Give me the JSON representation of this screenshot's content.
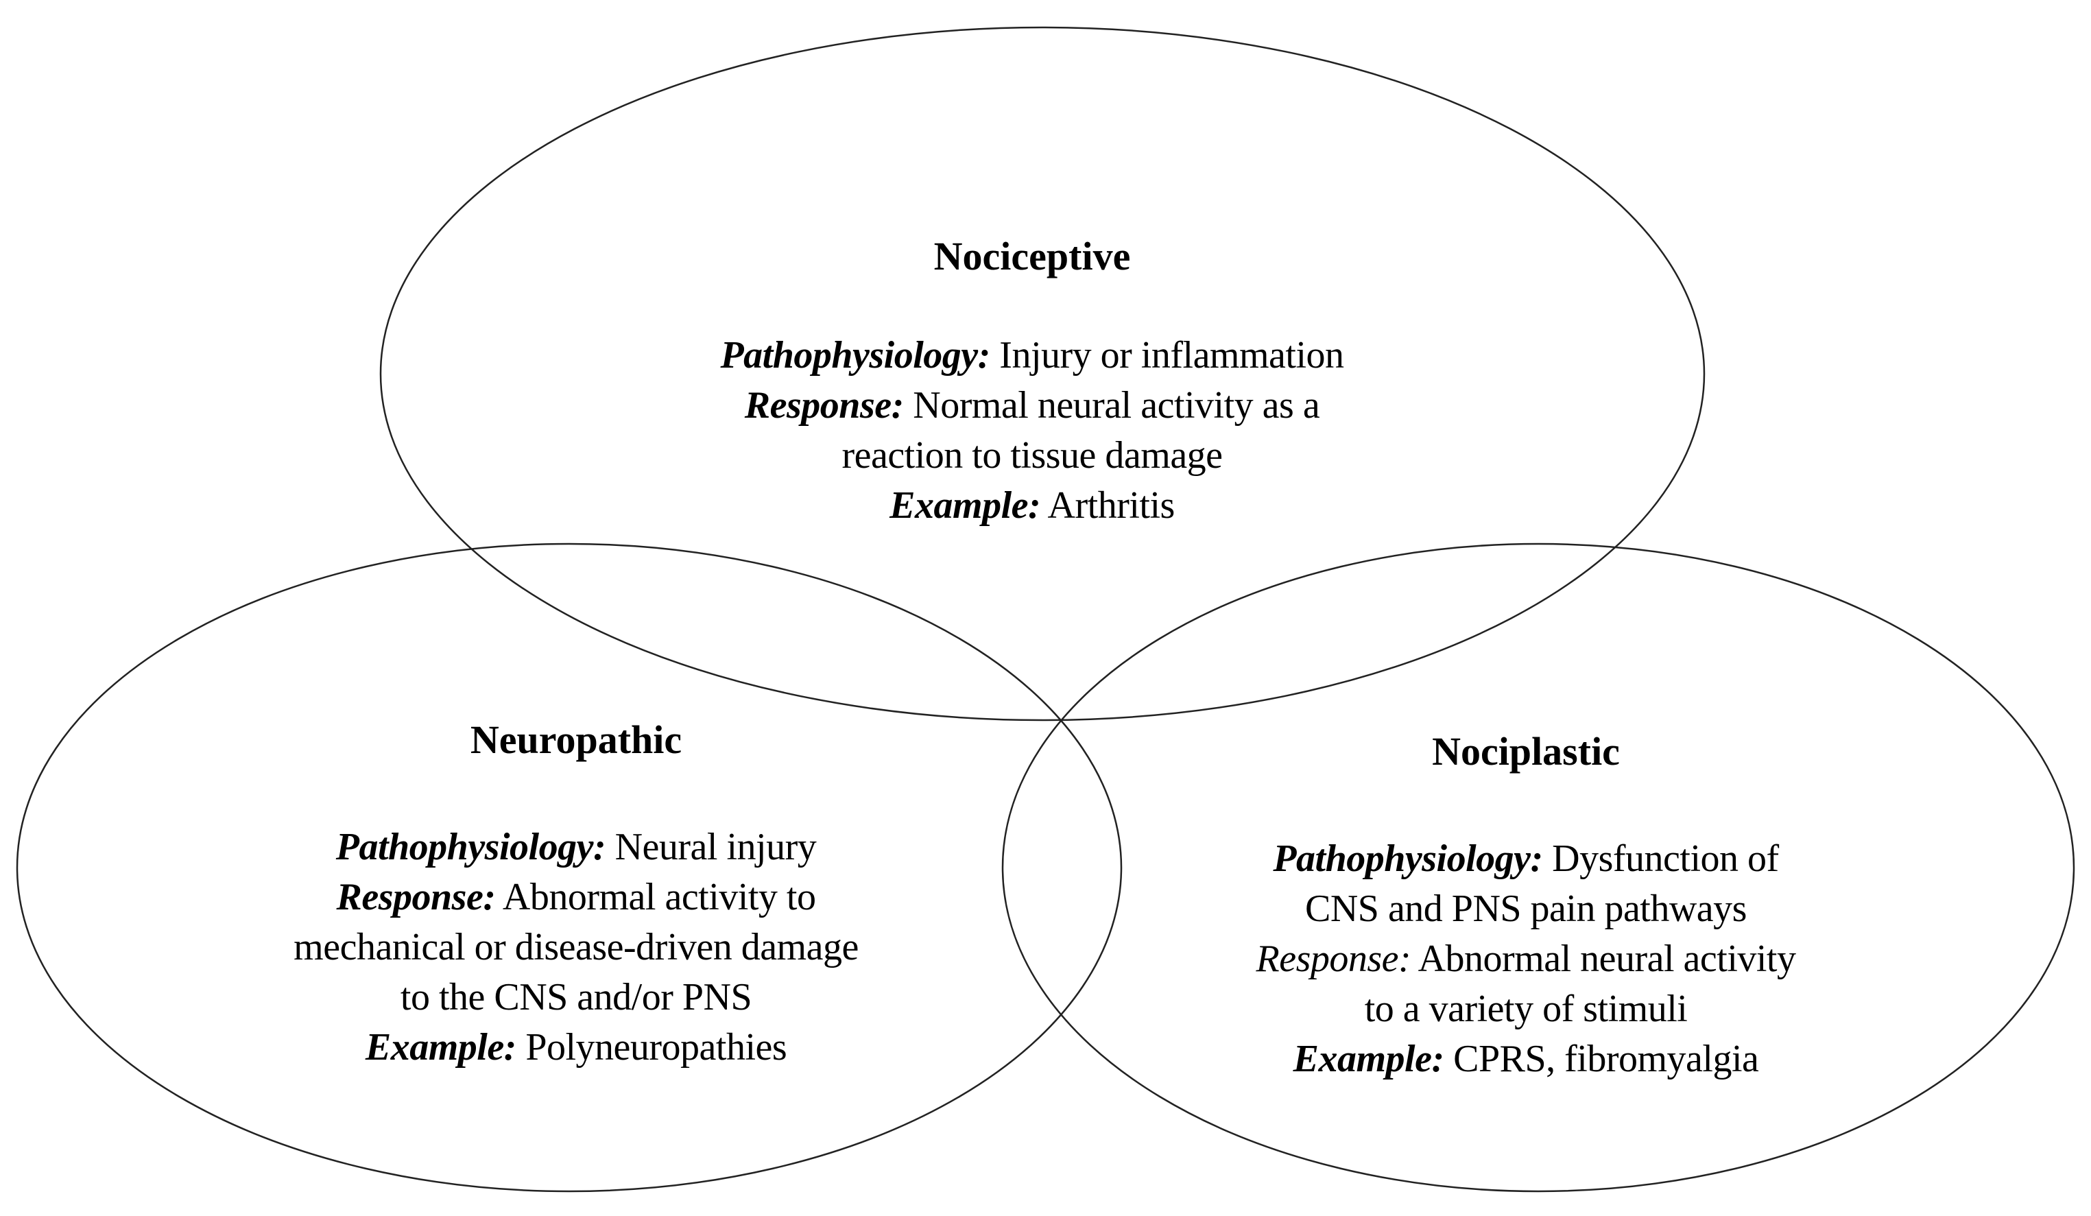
{
  "diagram": {
    "background_color": "#ffffff",
    "outline_color": "#222222",
    "text_color": "#000000"
  },
  "venn": {
    "top": {
      "title": "Nociceptive",
      "lines": [
        {
          "label": "Pathophysiology:",
          "rest": " Injury or inflammation"
        },
        {
          "label": "Response:",
          "rest": " Normal neural activity as a"
        },
        {
          "label": "",
          "rest": "reaction to tissue damage"
        },
        {
          "label": "Example:",
          "rest": " Arthritis"
        }
      ]
    },
    "left": {
      "title": "Neuropathic",
      "lines": [
        {
          "label": "Pathophysiology:",
          "rest": " Neural injury"
        },
        {
          "label": "Response:",
          "rest": " Abnormal activity to"
        },
        {
          "label": "",
          "rest": "mechanical or disease-driven damage"
        },
        {
          "label": "",
          "rest": "to the CNS and/or PNS"
        },
        {
          "label": "Example:",
          "rest": " Polyneuropathies"
        }
      ]
    },
    "right": {
      "title": "Nociplastic",
      "lines": [
        {
          "label": "Pathophysiology:",
          "rest": " Dysfunction of"
        },
        {
          "label": "",
          "rest": "CNS and PNS pain pathways"
        },
        {
          "label": "Response:",
          "rest": " Abnormal neural activity"
        },
        {
          "label": "",
          "rest": "to a variety of stimuli"
        },
        {
          "label": "Example:",
          "rest": " CPRS, fibromyalgia"
        }
      ]
    }
  }
}
